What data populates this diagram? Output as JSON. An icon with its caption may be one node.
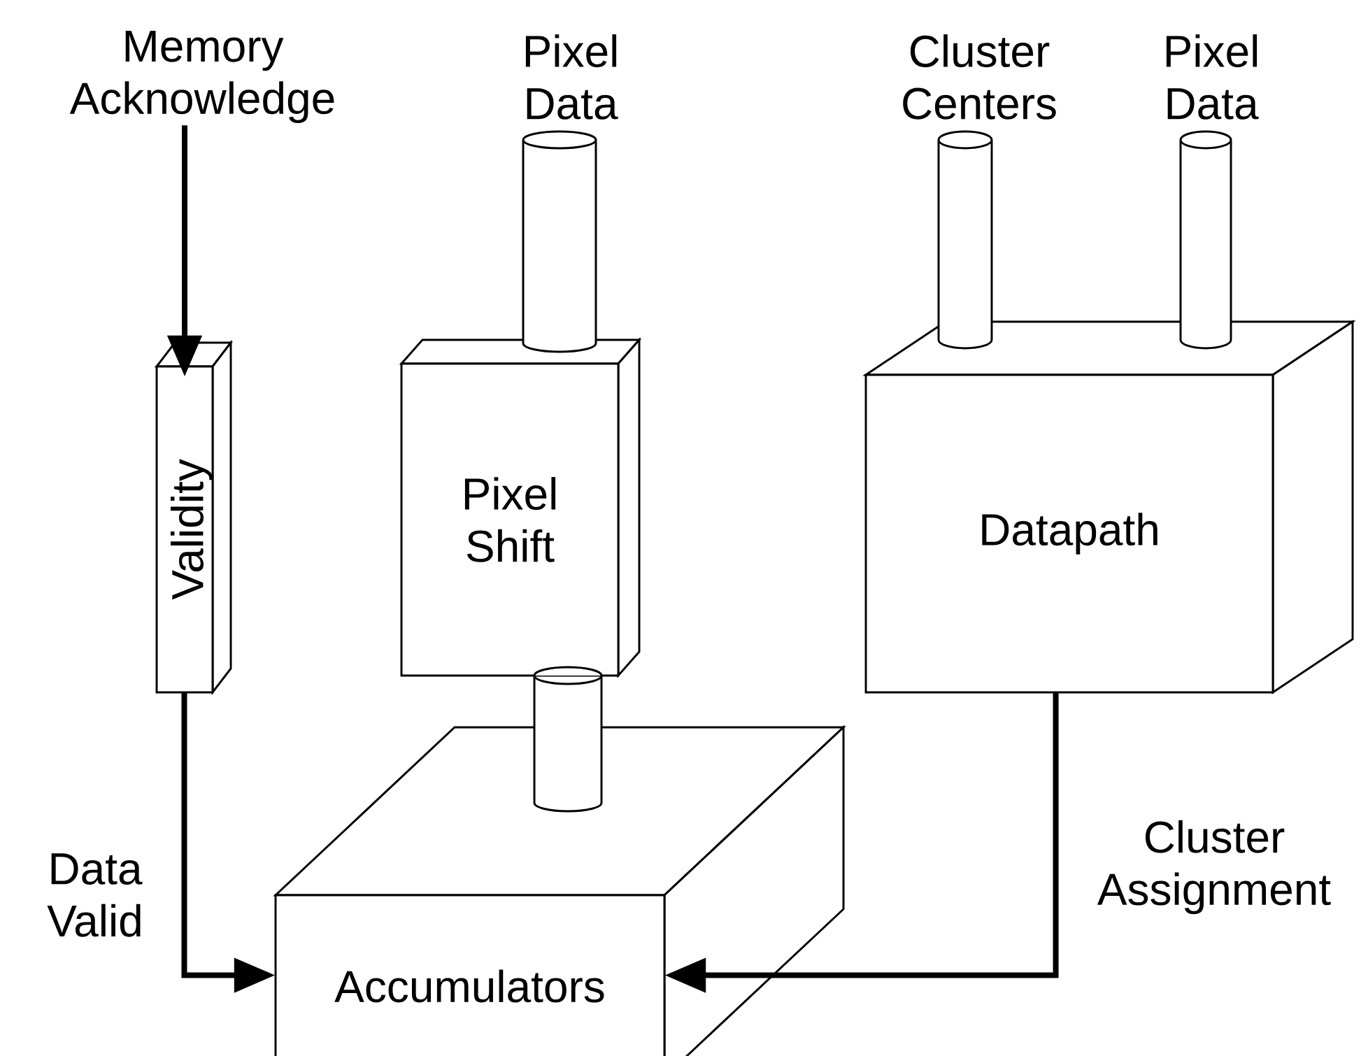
{
  "diagram": {
    "nodes": [
      {
        "text": [
          "Memory Acknowledge"
        ]
      },
      {
        "text": [
          "Pixel Data"
        ]
      },
      {
        "text": [
          "Cluster Centers"
        ]
      },
      {
        "text": [
          "Pixel Data"
        ]
      },
      {
        "text": [
          "Validity"
        ]
      },
      {
        "text": [
          "Pixel Shift"
        ]
      },
      {
        "text": [
          "Datapath"
        ]
      },
      {
        "text": [
          "Accumulators"
        ]
      }
    ],
    "edges": [
      {
        "from": 0,
        "to": 4,
        "arrow": "to",
        "style": "thick"
      },
      {
        "from": 1,
        "to": 5,
        "arrow": "none"
      },
      {
        "from": 2,
        "to": 6,
        "arrow": "none"
      },
      {
        "from": 3,
        "to": 6,
        "arrow": "none"
      },
      {
        "from": 5,
        "to": 7,
        "arrow": "none"
      },
      {
        "from": 4,
        "to": 7,
        "arrow": "to",
        "style": "thick",
        "label": "Data Valid"
      },
      {
        "from": 6,
        "to": 7,
        "arrow": "to",
        "style": "thick",
        "label": "Cluster Assignment"
      }
    ]
  }
}
